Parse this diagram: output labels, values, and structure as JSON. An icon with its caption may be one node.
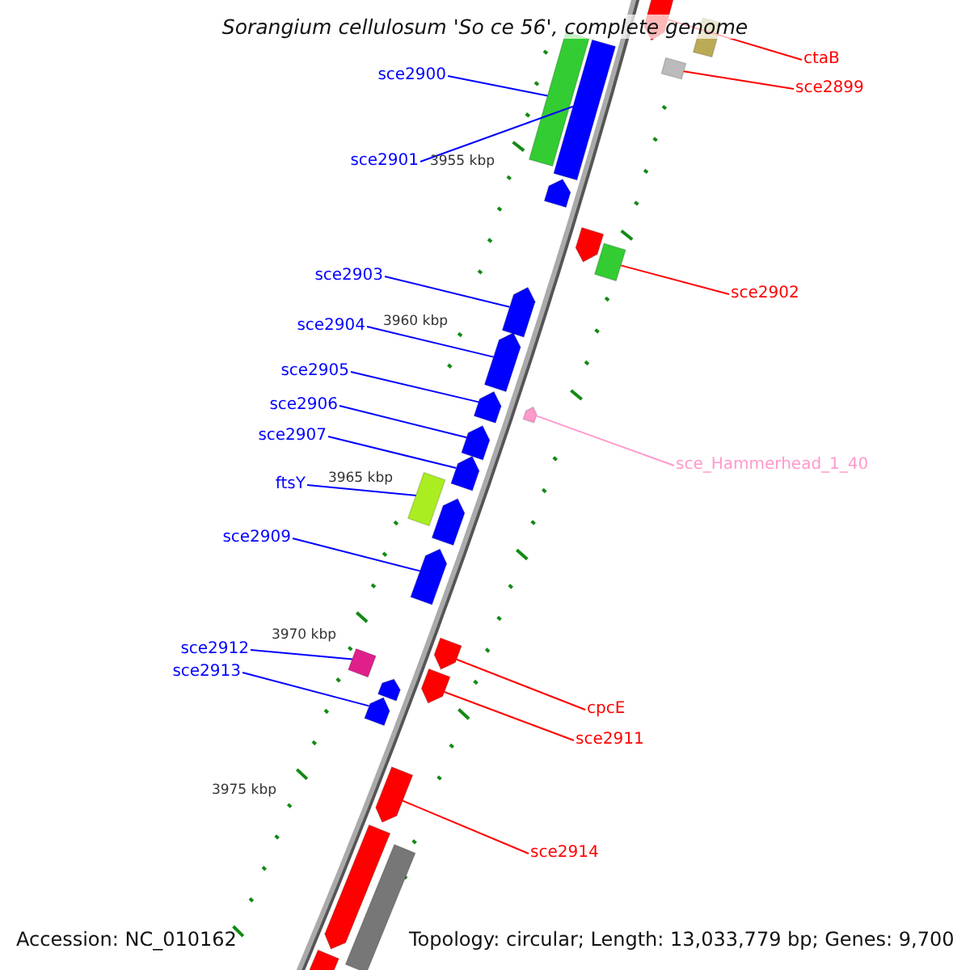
{
  "diagram": {
    "title": "Sorangium cellulosum 'So ce 56', complete genome",
    "nodes": [
      {
        "text": [
          "sce2900"
        ]
      },
      {
        "text": [
          "ctaB"
        ]
      },
      {
        "text": [
          "sce2899"
        ]
      },
      {
        "text": [
          "sce2901"
        ]
      },
      {
        "text": [
          "sce2902"
        ]
      },
      {
        "text": [
          "sce2903"
        ]
      },
      {
        "text": [
          "sce2904"
        ]
      },
      {
        "text": [
          "sce2905"
        ]
      },
      {
        "text": [
          "sce2906"
        ]
      },
      {
        "text": [
          "sce2907"
        ]
      },
      {
        "text": [
          "sce_Hammerhead_1_40"
        ]
      },
      {
        "text": [
          "ftsY"
        ]
      },
      {
        "text": [
          "sce2909"
        ]
      },
      {
        "text": [
          "sce2912"
        ]
      },
      {
        "text": [
          "sce2913"
        ]
      },
      {
        "text": [
          "cpcE"
        ]
      },
      {
        "text": [
          "sce2911"
        ]
      },
      {
        "text": [
          "sce2914"
        ]
      },
      {
        "text": [],
        "shape": "pentagon"
      },
      {
        "text": [],
        "shape": "bar"
      },
      {
        "text": [],
        "shape": "bar"
      },
      {
        "text": [],
        "shape": "bar"
      },
      {
        "text": [],
        "shape": "bar"
      },
      {
        "text": [],
        "shape": "pentagon"
      },
      {
        "text": [],
        "shape": "pentagon"
      },
      {
        "text": [],
        "shape": "bar"
      },
      {
        "text": [],
        "shape": "pentagon"
      },
      {
        "text": [],
        "shape": "pentagon"
      },
      {
        "text": [],
        "shape": "pentagon"
      },
      {
        "text": [],
        "shape": "pentagon"
      },
      {
        "text": [],
        "shape": "pentagon"
      },
      {
        "text": [],
        "shape": "pentagon"
      },
      {
        "text": [],
        "shape": "bar"
      },
      {
        "text": [],
        "shape": "pentagon"
      },
      {
        "text": [],
        "shape": "pentagon"
      },
      {
        "text": [],
        "shape": "pentagon"
      },
      {
        "text": [],
        "shape": "pentagon"
      },
      {
        "text": [],
        "shape": "bar"
      },
      {
        "text": [],
        "shape": "pentagon"
      },
      {
        "text": [],
        "shape": "pentagon"
      },
      {
        "text": [],
        "shape": "pentagon"
      },
      {
        "text": [],
        "shape": "pentagon"
      },
      {
        "text": [],
        "shape": "bar"
      },
      {
        "text": [],
        "shape": "pentagon"
      }
    ],
    "edges": [
      {
        "from": 0,
        "to": 21,
        "arrow": "none"
      },
      {
        "from": 1,
        "to": 18,
        "arrow": "none",
        "color": "#ff0000"
      },
      {
        "from": 2,
        "to": 20,
        "arrow": "none",
        "color": "#ff0000"
      },
      {
        "from": 3,
        "to": 22,
        "arrow": "none"
      },
      {
        "from": 4,
        "to": 25,
        "arrow": "none",
        "color": "#ff0000"
      },
      {
        "from": 5,
        "to": 26,
        "arrow": "none"
      },
      {
        "from": 6,
        "to": 27,
        "arrow": "none"
      },
      {
        "from": 7,
        "to": 29,
        "arrow": "none"
      },
      {
        "from": 8,
        "to": 30,
        "arrow": "none"
      },
      {
        "from": 9,
        "to": 31,
        "arrow": "none"
      },
      {
        "from": 10,
        "to": 28,
        "arrow": "none",
        "color": "#ff99cc"
      },
      {
        "from": 11,
        "to": 32,
        "arrow": "none"
      },
      {
        "from": 12,
        "to": 34,
        "arrow": "none"
      },
      {
        "from": 13,
        "to": 37,
        "arrow": "none"
      },
      {
        "from": 14,
        "to": 39,
        "arrow": "none"
      },
      {
        "from": 15,
        "to": 35,
        "arrow": "none",
        "color": "#ff0000"
      },
      {
        "from": 16,
        "to": 36,
        "arrow": "none",
        "color": "#ff0000"
      },
      {
        "from": 17,
        "to": 40,
        "arrow": "none",
        "color": "#ff0000"
      }
    ],
    "labels": [
      "3955 kbp",
      "3960 kbp",
      "3965 kbp",
      "3970 kbp",
      "3975 kbp",
      "Accession: NC_010162",
      "Topology: circular; Length: 13,033,779 bp; Genes: 9,700"
    ]
  }
}
